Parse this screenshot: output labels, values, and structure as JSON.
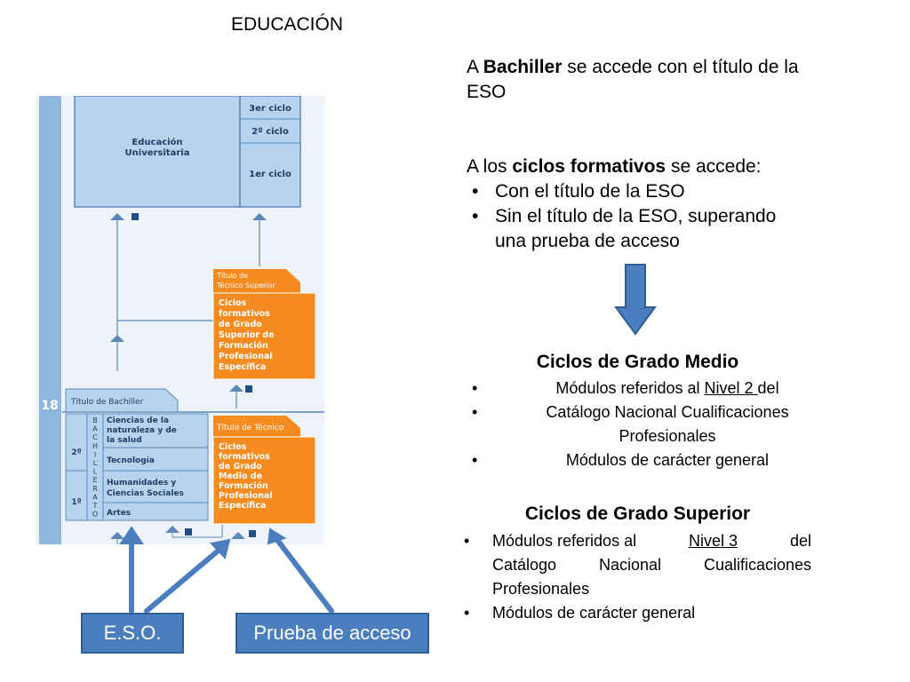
{
  "title": "EDUCACIÓN",
  "bachiller": {
    "prefix": "A ",
    "bold": "Bachiller",
    "line1_rest": " se accede con el título de la",
    "line2": "ESO"
  },
  "ciclos": {
    "prefix": "A los ",
    "bold": "ciclos formativos",
    "suffix": " se accede:",
    "bullets": [
      "Con el título de la ESO",
      "Sin el título de la ESO, superando",
      "una prueba de acceso"
    ]
  },
  "grado_medio": {
    "heading": "Ciclos de Grado Medio",
    "b1_pre": "Módulos referidos al ",
    "b1_u": "Nivel 2 ",
    "b1_post": "del",
    "b1_line2": "Catálogo Nacional Cualificaciones",
    "b1_line3": "Profesionales",
    "b2": "Módulos de carácter general"
  },
  "grado_superior": {
    "heading": "Ciclos de Grado Superior",
    "b1_pre": "Módulos referidos al ",
    "b1_u": "Nivel 3 ",
    "b1_post": "del",
    "b1_line2": "Catálogo Nacional Cualificaciones",
    "b1_line3": "Profesionales",
    "b2": "Módulos de carácter general"
  },
  "buttons": {
    "eso": "E.S.O.",
    "prueba": "Prueba de acceso"
  },
  "diagram": {
    "age": "18",
    "univ_line1": "Educación",
    "univ_line2": "Universitaria",
    "ciclo3": "3er ciclo",
    "ciclo2": "2º ciclo",
    "ciclo1": "1er ciclo",
    "titulo_superior_1": "Título de",
    "titulo_superior_2": "Técnico Superior",
    "superior_lines": [
      "Ciclos",
      "formativos",
      "de Grado",
      "Superior de",
      "Formación",
      "Profesional",
      "Específica"
    ],
    "titulo_bachiller": "Título de Bachiller",
    "titulo_tecnico": "Título de Técnico",
    "medio_lines": [
      "Ciclos",
      "formativos",
      "de Grado",
      "Medio de",
      "Formación",
      "Profesional",
      "Específica"
    ],
    "bachillerato_letters": [
      "B",
      "A",
      "C",
      "H",
      "I",
      "L",
      "L",
      "E",
      "R",
      "A",
      "T",
      "O"
    ],
    "curso2": "2º",
    "curso1": "1º",
    "mod_ciencias": [
      "Ciencias de la",
      "naturaleza y de",
      "la salud"
    ],
    "mod_tecnologia": "Tecnología",
    "mod_humanidades": [
      "Humanidades y",
      "Ciencias Sociales"
    ],
    "mod_artes": "Artes"
  },
  "colors": {
    "diagram_blue": "#b8d3ee",
    "diagram_border": "#5a88b8",
    "orange": "#f68b1f",
    "button_blue": "#4a7ebf",
    "arrow_blue": "#4a7ebf"
  }
}
